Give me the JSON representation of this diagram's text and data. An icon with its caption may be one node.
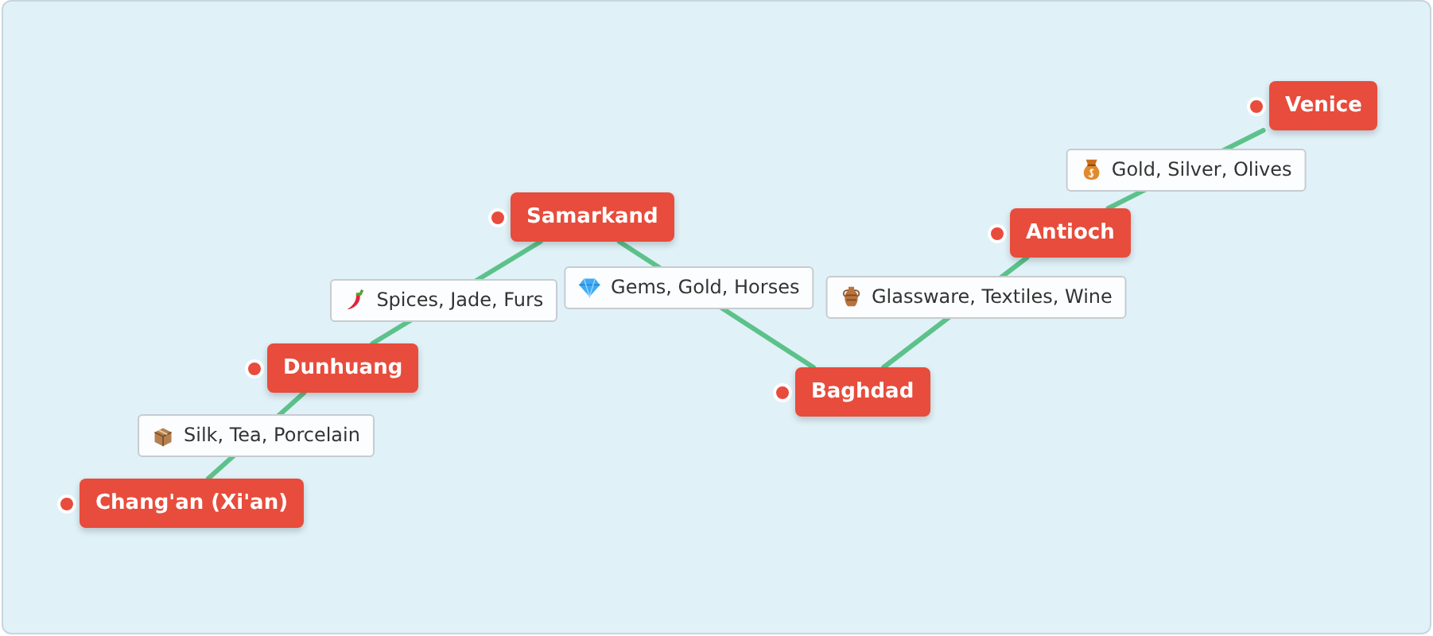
{
  "diagram": {
    "nodes": [
      {
        "text": [
          "Chang'an (Xi'an)"
        ]
      },
      {
        "text": [
          "Dunhuang"
        ]
      },
      {
        "text": [
          "Samarkand"
        ]
      },
      {
        "text": [
          "Baghdad"
        ]
      },
      {
        "text": [
          "Antioch"
        ]
      },
      {
        "text": [
          "Venice"
        ]
      }
    ],
    "edges": [
      {
        "from": 0,
        "to": 1,
        "arrow": "none",
        "label": "Silk, Tea, Porcelain"
      },
      {
        "from": 1,
        "to": 2,
        "arrow": "none",
        "label": "Spices, Jade, Furs"
      },
      {
        "from": 2,
        "to": 3,
        "arrow": "none",
        "label": "Gems, Gold, Horses"
      },
      {
        "from": 3,
        "to": 4,
        "arrow": "none",
        "label": "Glassware, Textiles, Wine"
      },
      {
        "from": 4,
        "to": 5,
        "arrow": "none",
        "label": "Gold, Silver, Olives"
      }
    ]
  }
}
